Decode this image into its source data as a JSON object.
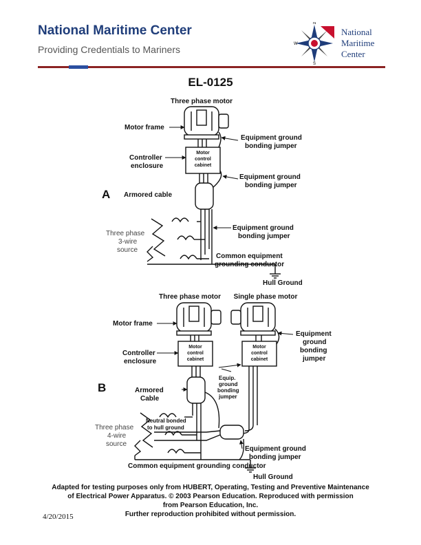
{
  "header": {
    "org_name": "National Maritime Center",
    "tagline": "Providing Credentials to Mariners",
    "logo_line1": "National",
    "logo_line2": "Maritime",
    "logo_line3": "Center",
    "compass_n": "N",
    "compass_s": "S",
    "compass_w": "W"
  },
  "doc": {
    "title": "EL-0125"
  },
  "diagram_a": {
    "section_label": "A",
    "motor": "Three phase motor",
    "motor_frame": "Motor frame",
    "jumper1_l1": "Equipment ground",
    "jumper1_l2": "bonding jumper",
    "controller_l1": "Controller",
    "controller_l2": "enclosure",
    "cabinet_l1": "Motor",
    "cabinet_l2": "control",
    "cabinet_l3": "cabinet",
    "jumper2_l1": "Equipment ground",
    "jumper2_l2": "bonding jumper",
    "armored_cable": "Armored cable",
    "jumper3_l1": "Equipment ground",
    "jumper3_l2": "bonding jumper",
    "source_l1": "Three phase",
    "source_l2": "3-wire",
    "source_l3": "source",
    "common_l1": "Common equipment",
    "common_l2": "grounding conductor",
    "hull_ground": "Hull Ground"
  },
  "diagram_b": {
    "section_label": "B",
    "three_phase_motor": "Three phase motor",
    "single_phase_motor": "Single phase motor",
    "motor_frame": "Motor frame",
    "equip_l1": "Equipment",
    "equip_l2": "ground",
    "equip_l3": "bonding",
    "equip_l4": "jumper",
    "controller_l1": "Controller",
    "controller_l2": "enclosure",
    "cabinet_l1": "Motor",
    "cabinet_l2": "control",
    "cabinet_l3": "cabinet",
    "armored_l1": "Armored",
    "armored_l2": "Cable",
    "equip_small_l1": "Equip.",
    "equip_small_l2": "ground",
    "equip_small_l3": "bonding",
    "equip_small_l4": "jumper",
    "neutral_l1": "Neutral bonded",
    "neutral_l2": "to hull ground",
    "source_l1": "Three phase",
    "source_l2": "4-wire",
    "source_l3": "source",
    "jumper_l1": "Equipment ground",
    "jumper_l2": "bonding jumper",
    "common": "Common equipment grounding conductor",
    "hull_ground": "Hull Ground"
  },
  "footer": {
    "line1": "Adapted for testing purposes only from HUBERT, Operating, Testing and Preventive Maintenance",
    "line2": "of Electrical Power Apparatus. © 2003 Pearson Education. Reproduced with permission",
    "line3": "from Pearson Education, Inc.",
    "line4": "Further reproduction prohibited without permission.",
    "date": "4/20/2015"
  },
  "colors": {
    "brand_blue": "#1f3d7a",
    "rule_red": "#8b2323",
    "accent_blue": "#2b4fa0"
  }
}
